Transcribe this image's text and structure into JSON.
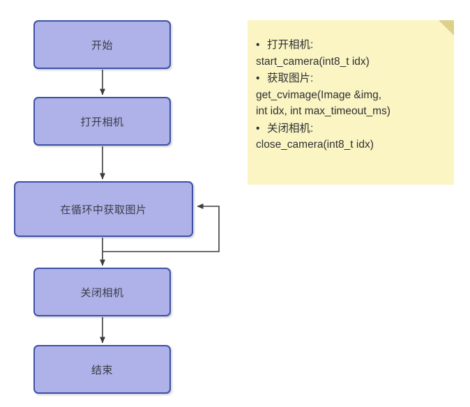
{
  "diagram": {
    "type": "flowchart",
    "title": "",
    "nodes": [
      {
        "id": "start",
        "label": "开始",
        "shape": "rounded-rect"
      },
      {
        "id": "open",
        "label": "打开相机",
        "shape": "rounded-rect"
      },
      {
        "id": "loop",
        "label": "在循环中获取图片",
        "shape": "rounded-rect"
      },
      {
        "id": "close",
        "label": "关闭相机",
        "shape": "rounded-rect"
      },
      {
        "id": "end",
        "label": "结束",
        "shape": "rounded-rect"
      }
    ],
    "edges": [
      {
        "from": "start",
        "to": "open",
        "label": "",
        "style": "arrow-down"
      },
      {
        "from": "open",
        "to": "loop",
        "label": "",
        "style": "arrow-down"
      },
      {
        "from": "loop",
        "to": "close",
        "label": "",
        "style": "arrow-down"
      },
      {
        "from": "loop",
        "to": "loop",
        "label": "",
        "style": "loop-back-right"
      },
      {
        "from": "close",
        "to": "end",
        "label": "",
        "style": "arrow-down"
      }
    ]
  },
  "note": {
    "bullet_glyph": "•",
    "items": [
      {
        "label": "打开相机:",
        "code": "start_camera(int8_t idx)"
      },
      {
        "label": "获取图片:",
        "code": "get_cvimage(Image &img,\nint idx, int max_timeout_ms)"
      },
      {
        "label": "关闭相机:",
        "code": "close_camera(int8_t idx)"
      }
    ]
  },
  "colors": {
    "node_fill": "#aeb2e8",
    "node_border": "#3c50a4",
    "node_text": "#3b3b47",
    "connector": "#3c3c3c",
    "note_bg": "#faf5c3",
    "note_fold": "#ddd08a",
    "note_text": "#2f2f33",
    "page_bg": "#ffffff"
  }
}
